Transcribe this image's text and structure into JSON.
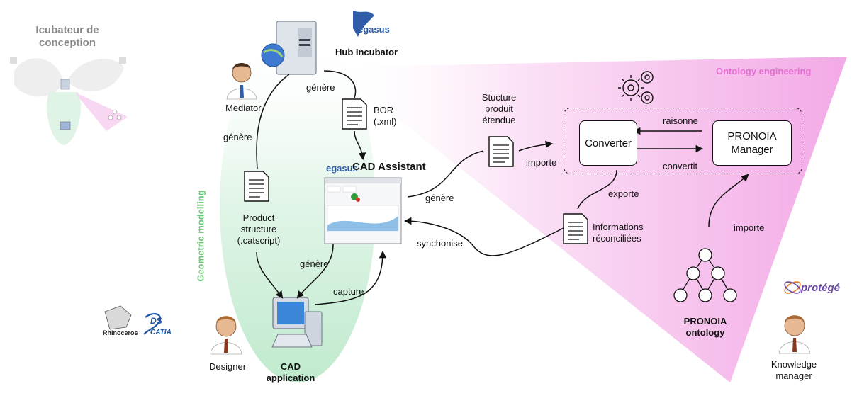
{
  "sidebar": {
    "title_line1": "Icubateur de",
    "title_line2": "conception"
  },
  "hub": {
    "label": "Hub Incubator",
    "logo_text": "egasus"
  },
  "mediator": {
    "label": "Mediator"
  },
  "designer": {
    "label": "Designer"
  },
  "cad_application": {
    "line1": "CAD",
    "line2": "application"
  },
  "cad_assistant": {
    "label": "CAD Assistant",
    "logo_text": "egasus"
  },
  "bor": {
    "line1": "BOR",
    "line2": "(.xml)"
  },
  "product_structure": {
    "line1": "Product",
    "line2": "structure",
    "line3": "(.catscript)"
  },
  "structure_etendue": {
    "line1": "Stucture",
    "line2": "produit",
    "line3": "étendue"
  },
  "informations": {
    "line1": "Informations",
    "line2": "réconciliées"
  },
  "converter": {
    "label": "Converter"
  },
  "pronoia_manager": {
    "line1": "PRONOIA",
    "line2": "Manager"
  },
  "pronoia_ontology": {
    "line1": "PRONOIA",
    "line2": "ontology"
  },
  "knowledge_manager": {
    "line1": "Knowledge",
    "line2": "manager"
  },
  "regions": {
    "geometric_modelling": "Geometric modelling",
    "ontology_engineering": "Ontology engineering"
  },
  "edges": {
    "genere_hub_bor": "génère",
    "genere_mediator": "génère",
    "genere_assistant_app": "génère",
    "genere_assistant_right": "génère",
    "capture": "capture",
    "synchonise": "synchonise",
    "importe_converter": "importe",
    "importe_ontology": "importe",
    "raisonne": "raisonne",
    "convertit": "convertit",
    "exporte": "exporte"
  },
  "logos": {
    "protege": "protégé",
    "rhino": "Rhinoceros",
    "catia": "CATIA",
    "ds": "DS"
  },
  "colors": {
    "geometric_green": "#cdeeda",
    "ontology_pink": "#f2a6e3",
    "ontology_title": "#e26fd0",
    "geometric_title": "#6cc474",
    "sidebar_grey": "#8a8a8a"
  }
}
